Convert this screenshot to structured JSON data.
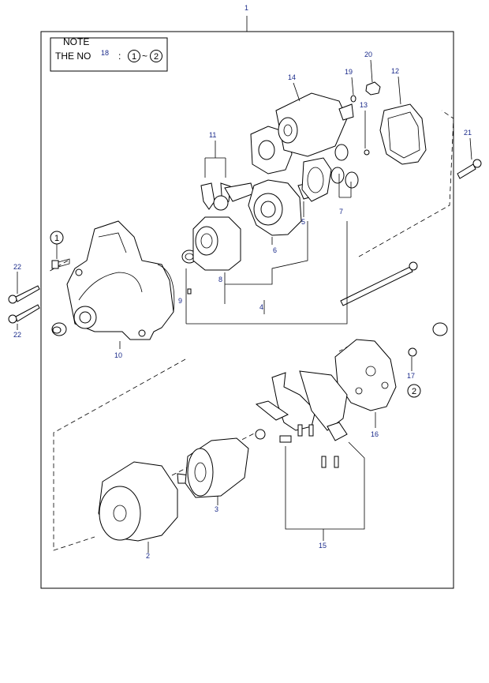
{
  "note": {
    "title": "NOTE",
    "line_prefix": "THE NO",
    "ref_number": "18",
    "separator": ":",
    "range_from": "1",
    "range_tilde": "~",
    "range_to": "2"
  },
  "callouts": [
    {
      "id": "c1",
      "text": "1"
    },
    {
      "id": "c2",
      "text": "2"
    },
    {
      "id": "c3",
      "text": "3"
    },
    {
      "id": "c4",
      "text": "4"
    },
    {
      "id": "c5",
      "text": "5"
    },
    {
      "id": "c6",
      "text": "6"
    },
    {
      "id": "c7",
      "text": "7"
    },
    {
      "id": "c8",
      "text": "8"
    },
    {
      "id": "c9",
      "text": "9"
    },
    {
      "id": "c10",
      "text": "10"
    },
    {
      "id": "c11",
      "text": "11"
    },
    {
      "id": "c12",
      "text": "12"
    },
    {
      "id": "c13",
      "text": "13"
    },
    {
      "id": "c14",
      "text": "14"
    },
    {
      "id": "c15",
      "text": "15"
    },
    {
      "id": "c16",
      "text": "16"
    },
    {
      "id": "c17",
      "text": "17"
    },
    {
      "id": "c19",
      "text": "19"
    },
    {
      "id": "c20",
      "text": "20"
    },
    {
      "id": "c21",
      "text": "21"
    },
    {
      "id": "c22a",
      "text": "22"
    },
    {
      "id": "c22b",
      "text": "22"
    }
  ],
  "markers": {
    "m1": "1",
    "m2": "2"
  },
  "colors": {
    "label": "#1a2a8a",
    "line": "#000000",
    "background": "#ffffff"
  }
}
